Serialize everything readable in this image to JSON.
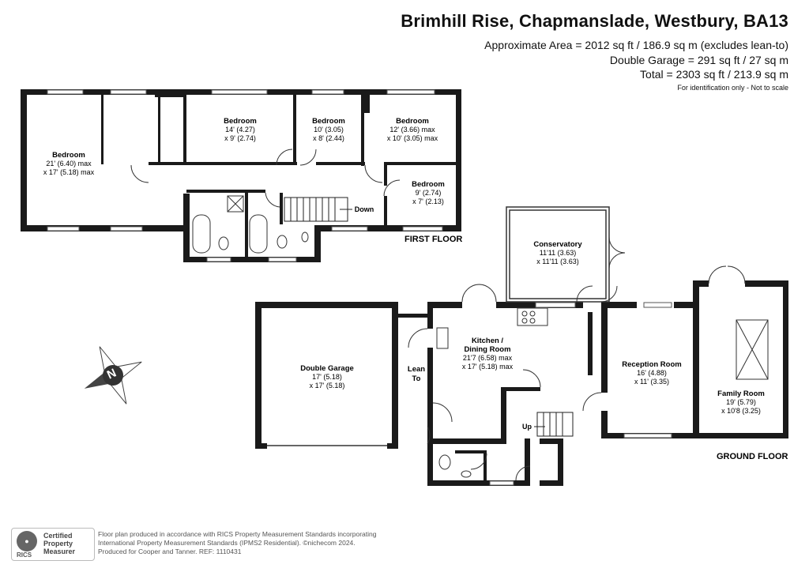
{
  "header": {
    "title": "Brimhill Rise, Chapmanslade, Westbury, BA13",
    "area_line": "Approximate Area = 2012 sq ft / 186.9 sq m (excludes lean-to)",
    "garage_line": "Double Garage = 291 sq ft / 27 sq m",
    "total_line": "Total = 2303 sq ft / 213.9 sq m",
    "note": "For identification only - Not to scale"
  },
  "floors": {
    "first": "FIRST FLOOR",
    "ground": "GROUND FLOOR"
  },
  "rooms": {
    "bedroom1": {
      "name": "Bedroom",
      "dim1": "21' (6.40) max",
      "dim2": "x 17' (5.18) max"
    },
    "bedroom2": {
      "name": "Bedroom",
      "dim1": "14' (4.27)",
      "dim2": "x 9' (2.74)"
    },
    "bedroom3": {
      "name": "Bedroom",
      "dim1": "10' (3.05)",
      "dim2": "x 8' (2.44)"
    },
    "bedroom4": {
      "name": "Bedroom",
      "dim1": "12' (3.66) max",
      "dim2": "x 10' (3.05) max"
    },
    "bedroom5": {
      "name": "Bedroom",
      "dim1": "9' (2.74)",
      "dim2": "x 7' (2.13)"
    },
    "conservatory": {
      "name": "Conservatory",
      "dim1": "11'11 (3.63)",
      "dim2": "x 11'11 (3.63)"
    },
    "kitchen": {
      "name1": "Kitchen /",
      "name2": "Dining Room",
      "dim1": "21'7 (6.58) max",
      "dim2": "x 17' (5.18) max"
    },
    "garage": {
      "name": "Double Garage",
      "dim1": "17' (5.18)",
      "dim2": "x 17' (5.18)"
    },
    "leanto": {
      "name1": "Lean",
      "name2": "To"
    },
    "reception": {
      "name": "Reception Room",
      "dim1": "16' (4.88)",
      "dim2": "x 11' (3.35)"
    },
    "family": {
      "name": "Family Room",
      "dim1": "19' (5.79)",
      "dim2": "x 10'8 (3.25)"
    }
  },
  "stairs": {
    "down": "Down",
    "up": "Up"
  },
  "compass": {
    "letter": "N"
  },
  "footer": {
    "cert_line1": "Certified",
    "cert_line2": "Property",
    "cert_line3": "Measurer",
    "rics": "RICS",
    "line1": "Floor plan produced in accordance with RICS Property Measurement Standards incorporating",
    "line2": "International Property Measurement Standards (IPMS2 Residential). ©nichecom 2024.",
    "line3": "Produced for Cooper and Tanner.   REF: 1110431"
  },
  "colors": {
    "wall": "#1a1a1a",
    "window": "#9a9a9a",
    "text": "#111111"
  }
}
